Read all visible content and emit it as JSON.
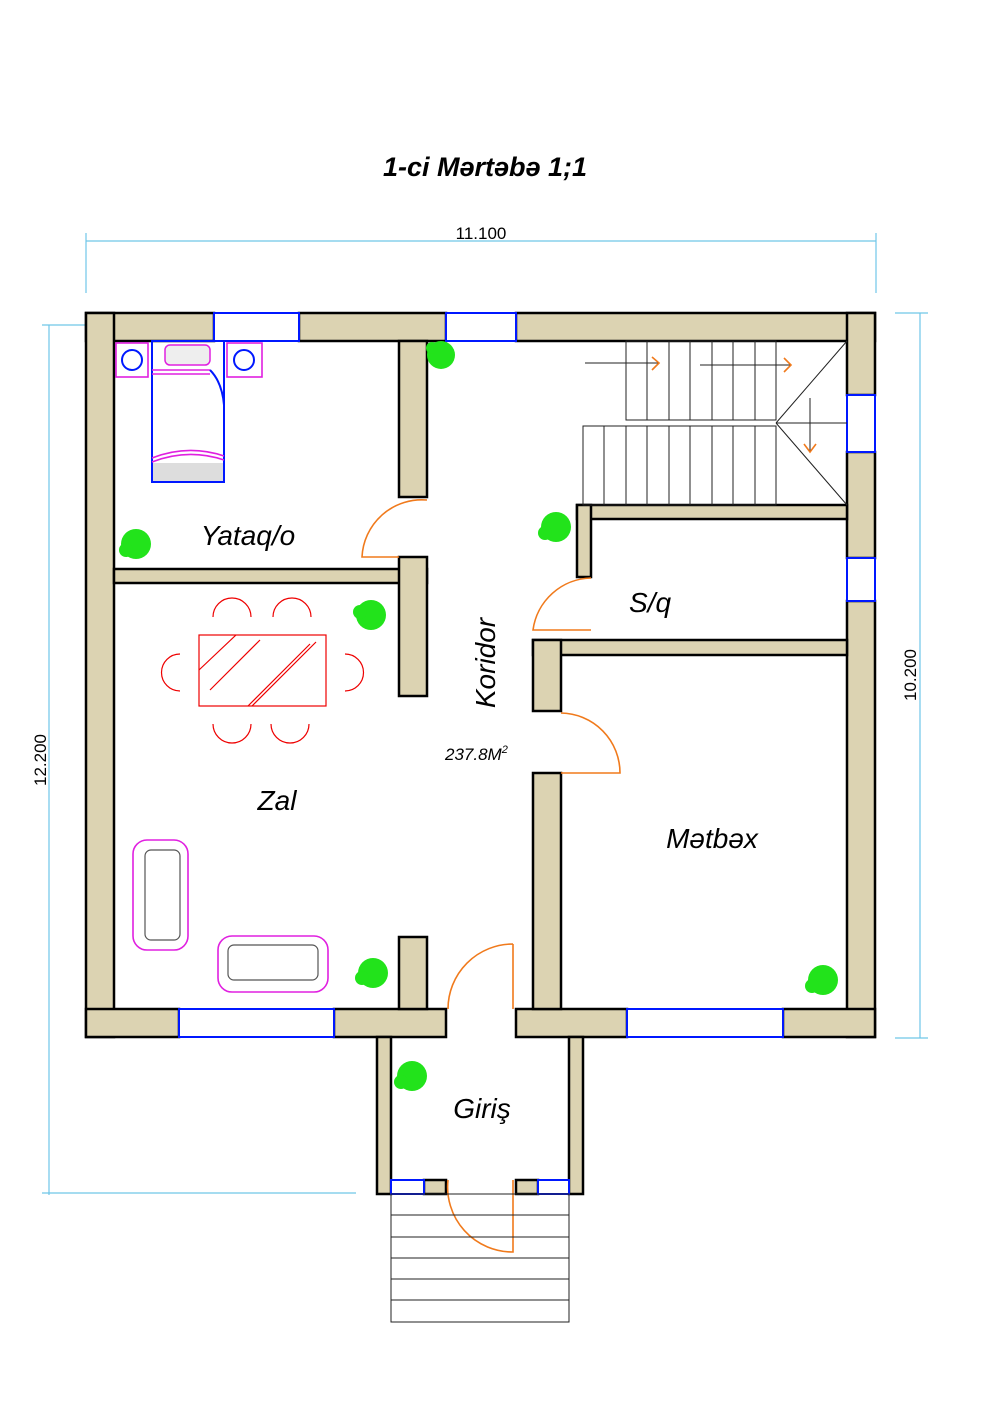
{
  "title": "1-ci Mərtəbə 1;1",
  "dimensions": {
    "top": "11.100",
    "left": "12.200",
    "right": "10.200"
  },
  "area": {
    "value": "237.8M",
    "superscript": "2"
  },
  "rooms": {
    "bedroom": "Yataq/o",
    "living": "Zal",
    "corridor": "Koridor",
    "storage": "S/q",
    "kitchen": "Mətbəx",
    "entrance": "Giriş"
  },
  "colors": {
    "wall": "#dcd3b2",
    "window": "#0018ff",
    "door": "#f07a1c",
    "dimension": "#6fc6e8"
  }
}
